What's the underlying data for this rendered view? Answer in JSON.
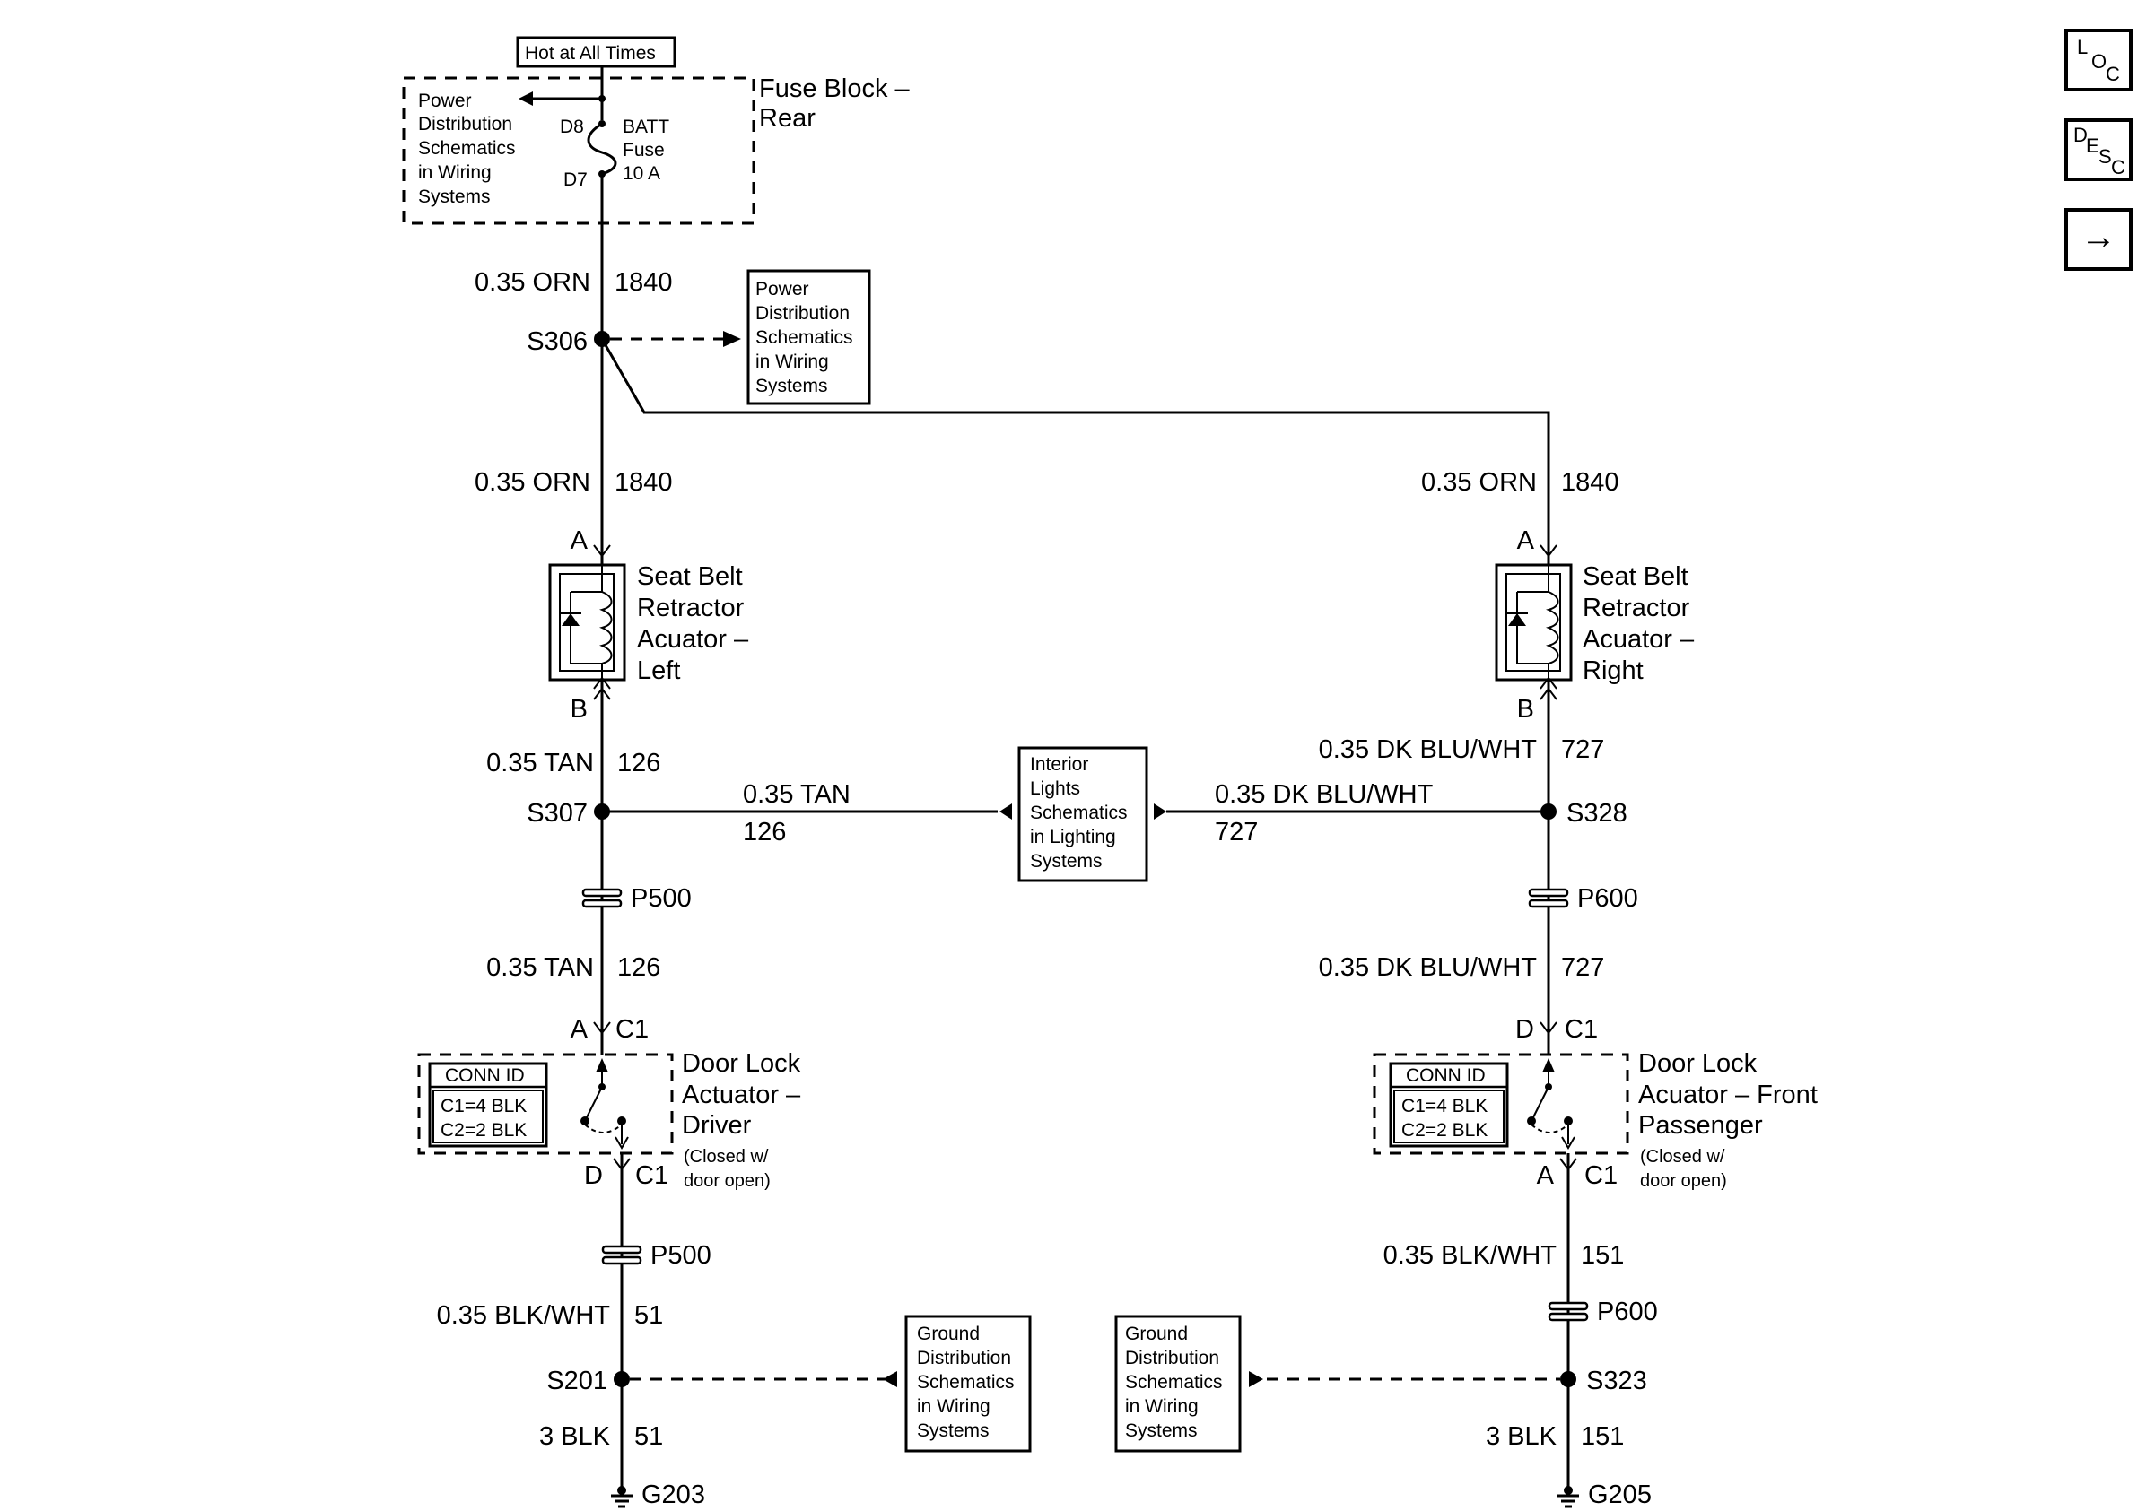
{
  "nav": {
    "loc": {
      "a": "L",
      "b": "O",
      "c": "C"
    },
    "desc": {
      "a": "D",
      "b": "E",
      "c": "S",
      "d": "C"
    },
    "next_arrow": "→"
  },
  "top": {
    "hot_label": "Hot at All Times",
    "fuse_block": [
      "Fuse Block –",
      "Rear"
    ],
    "power_ref_small": [
      "Power",
      "Distribution",
      "Schematics",
      "in Wiring",
      "Systems"
    ],
    "pin_d8": "D8",
    "pin_d7": "D7",
    "fuse": [
      "BATT",
      "Fuse",
      "10 A"
    ]
  },
  "power_ref_box": [
    "Power",
    "Distribution",
    "Schematics",
    "in Wiring",
    "Systems"
  ],
  "splices": {
    "s306": "S306",
    "s307": "S307",
    "s328": "S328",
    "s201": "S201",
    "s323": "S323"
  },
  "wires": {
    "orn_top": {
      "gauge": "0.35 ORN",
      "circuit": "1840"
    },
    "orn_left": {
      "gauge": "0.35 ORN",
      "circuit": "1840"
    },
    "orn_right": {
      "gauge": "0.35 ORN",
      "circuit": "1840"
    },
    "tan_left_1": {
      "gauge": "0.35 TAN",
      "circuit": "126"
    },
    "tan_horiz": {
      "gauge": "0.35 TAN",
      "circuit": "126"
    },
    "tan_left_2": {
      "gauge": "0.35 TAN",
      "circuit": "126"
    },
    "blu_right_1": {
      "gauge": "0.35 DK BLU/WHT",
      "circuit": "727"
    },
    "blu_horiz": {
      "gauge": "0.35 DK BLU/WHT",
      "circuit": "727"
    },
    "blu_right_2": {
      "gauge": "0.35 DK BLU/WHT",
      "circuit": "727"
    },
    "blk_wht_left": {
      "gauge": "0.35 BLK/WHT",
      "circuit": "51"
    },
    "blk_wht_right": {
      "gauge": "0.35 BLK/WHT",
      "circuit": "151"
    },
    "blk_left": {
      "gauge": "3 BLK",
      "circuit": "51"
    },
    "blk_right": {
      "gauge": "3 BLK",
      "circuit": "151"
    }
  },
  "actuators": {
    "left": {
      "pin_top": "A",
      "pin_bottom": "B",
      "name": [
        "Seat Belt",
        "Retractor",
        "Acuator –",
        "Left"
      ]
    },
    "right": {
      "pin_top": "A",
      "pin_bottom": "B",
      "name": [
        "Seat Belt",
        "Retractor",
        "Acuator –",
        "Right"
      ]
    }
  },
  "interior_ref_box": [
    "Interior",
    "Lights",
    "Schematics",
    "in Lighting",
    "Systems"
  ],
  "connectors": {
    "p500_top": "P500",
    "p500_bottom": "P500",
    "p600_top": "P600",
    "p600_bottom": "P600"
  },
  "door_locks": {
    "driver": {
      "pin_top": "A",
      "conn_top": "C1",
      "pin_bottom": "D",
      "conn_bottom": "C1",
      "name": [
        "Door Lock",
        "Actuator –",
        "Driver"
      ],
      "note": [
        "(Closed w/",
        "door open)"
      ],
      "conn_id": {
        "title": "CONN ID",
        "c1": "C1=4 BLK",
        "c2": "C2=2 BLK"
      }
    },
    "passenger": {
      "pin_top": "D",
      "conn_top": "C1",
      "pin_bottom": "A",
      "conn_bottom": "C1",
      "name": [
        "Door Lock",
        "Acuator – Front",
        "Passenger"
      ],
      "note": [
        "(Closed w/",
        "door open)"
      ],
      "conn_id": {
        "title": "CONN ID",
        "c1": "C1=4 BLK",
        "c2": "C2=2 BLK"
      }
    }
  },
  "ground_ref_left": [
    "Ground",
    "Distribution",
    "Schematics",
    "in Wiring",
    "Systems"
  ],
  "ground_ref_right": [
    "Ground",
    "Distribution",
    "Schematics",
    "in Wiring",
    "Systems"
  ],
  "grounds": {
    "g203": "G203",
    "g205": "G205"
  }
}
